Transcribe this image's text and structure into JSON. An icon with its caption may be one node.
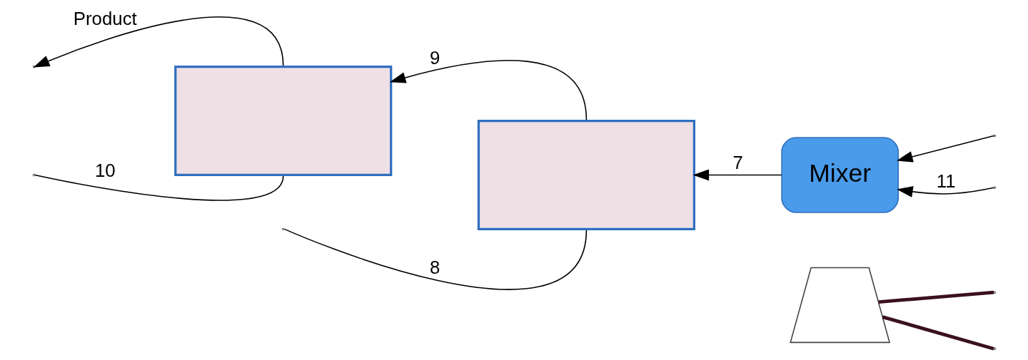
{
  "diagram": {
    "nodes": [
      {
        "text": [],
        "shape": "trapezoid"
      },
      {
        "text": [
          "Mixer"
        ]
      },
      {
        "text": [],
        "shape": "box"
      },
      {
        "text": [],
        "shape": "box"
      }
    ],
    "edges": [
      {
        "from": null,
        "to": 0,
        "arrow": "none",
        "color": "#3a1020",
        "style": "thick"
      },
      {
        "from": null,
        "to": 0,
        "arrow": "none",
        "color": "#3a1020",
        "style": "thick"
      },
      {
        "from": null,
        "to": 1,
        "arrow": "to"
      },
      {
        "from": null,
        "to": 1,
        "arrow": "to",
        "label": "11"
      },
      {
        "from": 1,
        "to": 3,
        "arrow": "to",
        "label": "7"
      },
      {
        "from": 3,
        "to": 2,
        "arrow": "to",
        "label": "9"
      },
      {
        "from": 2,
        "to": null,
        "arrow": "to",
        "label": "Product"
      },
      {
        "from": 2,
        "to": null,
        "arrow": "none",
        "label": "10"
      },
      {
        "from": 3,
        "to": null,
        "arrow": "none",
        "label": "8"
      }
    ]
  }
}
